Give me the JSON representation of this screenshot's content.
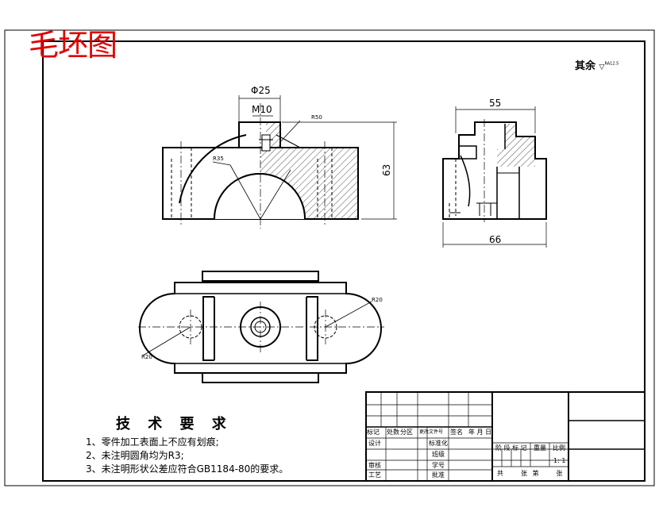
{
  "drawing": {
    "title": "毛坯图",
    "roughness_note": "其余",
    "roughness_symbol": "▽",
    "roughness_value": "RA12.5"
  },
  "dimensions": {
    "phi25": "Φ25",
    "m10": "M10",
    "r50": "R50",
    "r35": "R35",
    "d63": "63",
    "d55": "55",
    "d66": "66",
    "r20a": "R20",
    "r20b": "R20"
  },
  "tech_requirements": {
    "heading": "技 术 要 求",
    "items": [
      "1、零件加工表面上不应有划痕;",
      "2、未注明圆角均为R3;",
      "3、未注明形状公差应符合GB1184-80的要求。"
    ]
  },
  "title_block": {
    "row1": [
      "标记",
      "处数",
      "分区",
      "更改文件号",
      "签名",
      "年 月 日"
    ],
    "design": "设计",
    "standardize": "标准化",
    "stage_mark": "阶 段 标 记",
    "weight": "重量",
    "scale": "比例",
    "check": "审核",
    "process": "工艺",
    "approve": "批准",
    "sign1": "班级",
    "sign2": "学号",
    "scale_value": "1: 1",
    "sheets": "共　　张 第　　张"
  }
}
